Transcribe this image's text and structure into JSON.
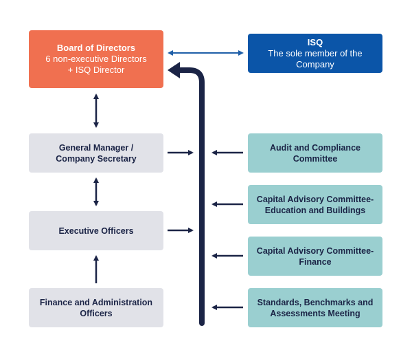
{
  "board": {
    "title": "Board of Directors",
    "line2": "6 non-executive Directors",
    "line3": "+ ISQ Director"
  },
  "isq": {
    "title": "ISQ",
    "line2": "The sole member of the",
    "line3": "Company"
  },
  "left_boxes": {
    "general_manager": {
      "line1": "General Manager  /",
      "line2": "Company Secretary"
    },
    "executive_officers": {
      "line1": "Executive Officers"
    },
    "finance_admin": {
      "line1": "Finance and Administration",
      "line2": "Officers"
    }
  },
  "committees": {
    "audit": {
      "line1": "Audit and Compliance",
      "line2": "Committee"
    },
    "capital_education": {
      "line1": "Capital Advisory Committee-",
      "line2": "Education and Buildings"
    },
    "capital_finance": {
      "line1": "Capital Advisory Committee-",
      "line2": "Finance"
    },
    "standards": {
      "line1": "Standards, Benchmarks and",
      "line2": "Assessments Meeting"
    }
  },
  "colors": {
    "board": "#f07050",
    "isq": "#0b55a8",
    "gray_box": "#e1e2e8",
    "teal_box": "#9acfd0",
    "arrow_dark": "#1b2446",
    "arrow_blue": "#1f5fa8"
  }
}
